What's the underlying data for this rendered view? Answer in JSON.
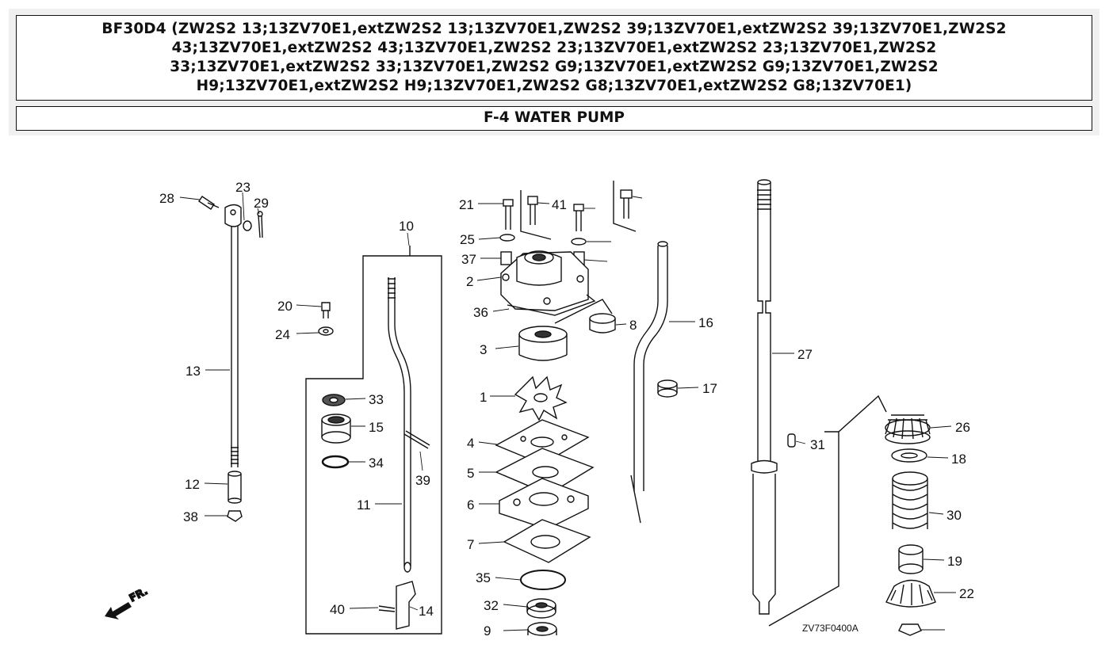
{
  "header": {
    "title_lines": [
      "BF30D4 (ZW2S2 13;13ZV70E1,extZW2S2 13;13ZV70E1,ZW2S2 39;13ZV70E1,extZW2S2 39;13ZV70E1,ZW2S2",
      "43;13ZV70E1,extZW2S2 43;13ZV70E1,ZW2S2 23;13ZV70E1,extZW2S2 23;13ZV70E1,ZW2S2",
      "33;13ZV70E1,extZW2S2 33;13ZV70E1,ZW2S2 G9;13ZV70E1,extZW2S2 G9;13ZV70E1,ZW2S2",
      "H9;13ZV70E1,extZW2S2 H9;13ZV70E1,ZW2S2 G8;13ZV70E1,extZW2S2 G8;13ZV70E1)"
    ],
    "section": "F-4 WATER PUMP"
  },
  "diagram": {
    "callouts": [
      "28",
      "23",
      "29",
      "13",
      "12",
      "38",
      "20",
      "24",
      "10",
      "33",
      "15",
      "34",
      "39",
      "11",
      "40",
      "14",
      "21",
      "41",
      "25",
      "37",
      "2",
      "36",
      "3",
      "1",
      "4",
      "5",
      "6",
      "7",
      "35",
      "32",
      "9",
      "8",
      "16",
      "17",
      "27",
      "31",
      "26",
      "18",
      "30",
      "19",
      "22"
    ],
    "drawing_code": "ZV73F0400A",
    "front_marker": "FR."
  }
}
